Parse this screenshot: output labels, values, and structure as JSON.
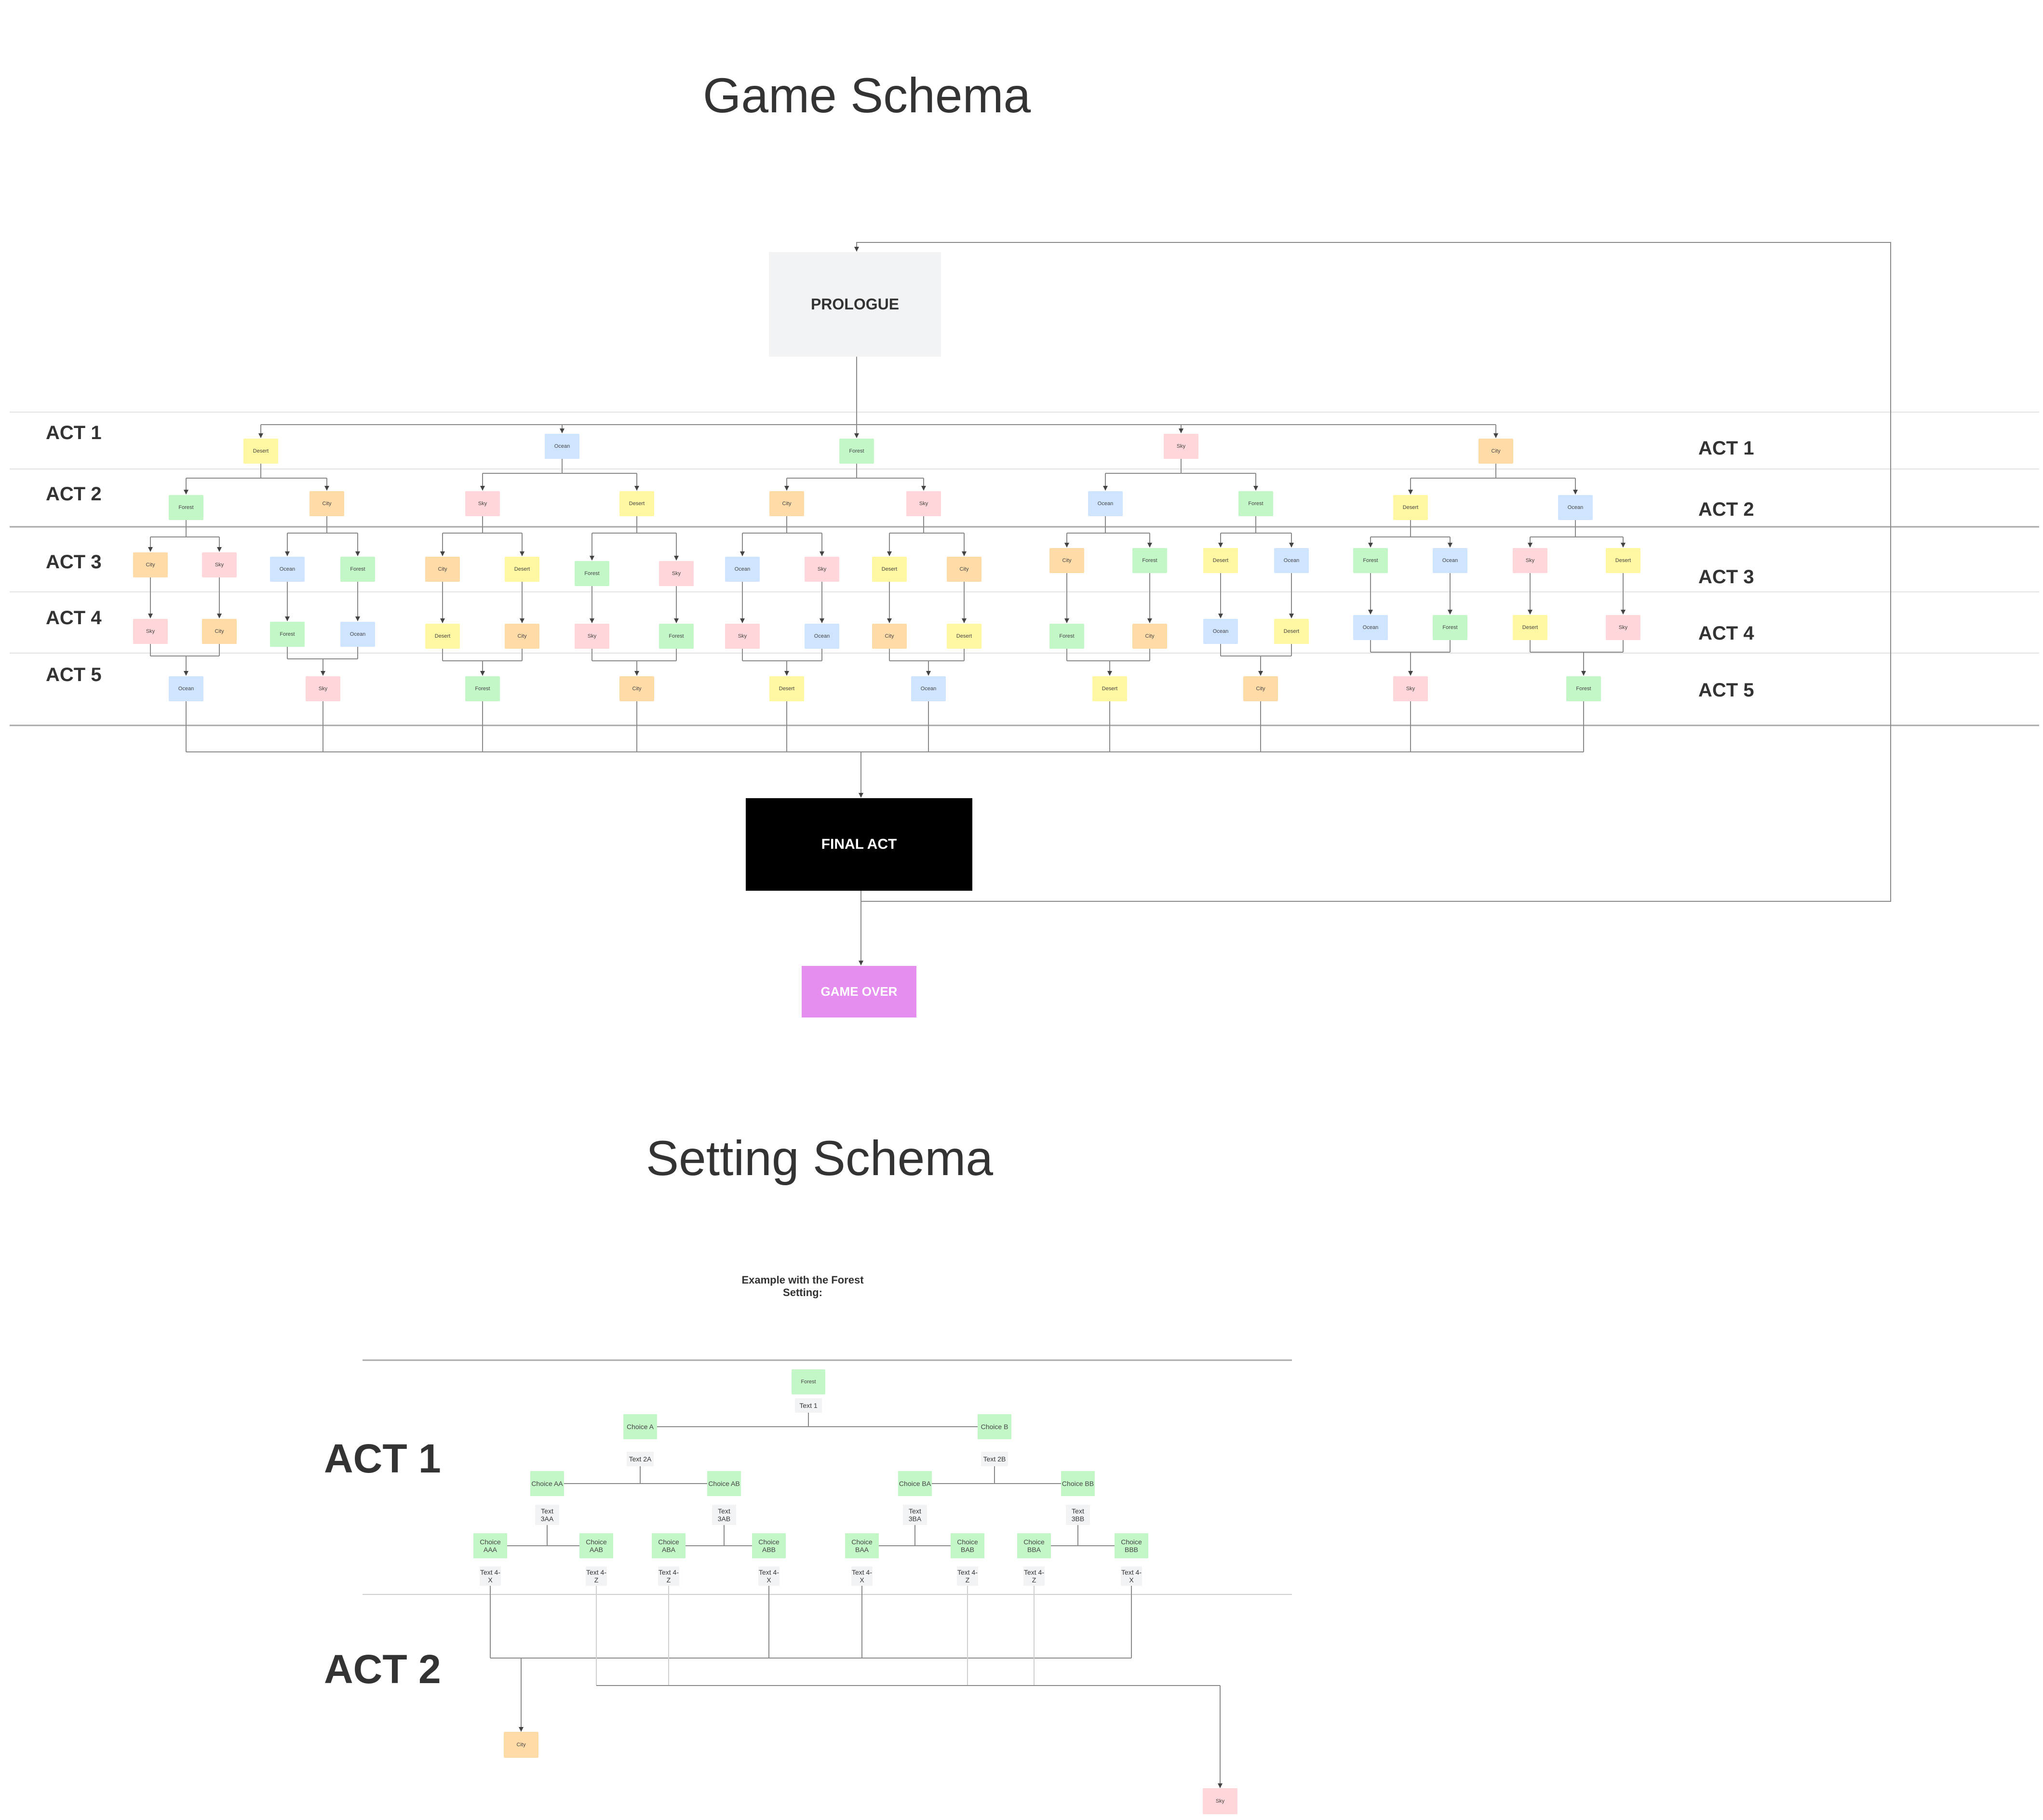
{
  "titles": {
    "game_schema": "Game Schema",
    "setting_schema": "Setting Schema"
  },
  "acts": [
    "ACT 1",
    "ACT 2",
    "ACT 3",
    "ACT 4",
    "ACT 5"
  ],
  "boxes": {
    "prologue": "PROLOGUE",
    "final_act": "FINAL ACT",
    "game_over": "GAME OVER"
  },
  "setting_colors": {
    "Desert": "#fff7a1",
    "Ocean": "#cfe4ff",
    "Forest": "#c3f7c8",
    "Sky": "#ffd6d9",
    "City": "#ffdba8"
  },
  "game_tree": {
    "act1": [
      "Desert",
      "Ocean",
      "Forest",
      "Sky",
      "City"
    ],
    "act2": [
      "Forest",
      "City",
      "Sky",
      "Desert",
      "City",
      "Sky",
      "Ocean",
      "Forest",
      "Desert",
      "Ocean"
    ],
    "act3": [
      "City",
      "Sky",
      "Ocean",
      "Forest",
      "City",
      "Desert",
      "Forest",
      "Sky",
      "Ocean",
      "Sky",
      "Desert",
      "City",
      "City",
      "Forest",
      "Desert",
      "Ocean",
      "Forest",
      "Ocean",
      "Sky",
      "Desert"
    ],
    "act4": [
      "Sky",
      "City",
      "Forest",
      "Ocean",
      "Desert",
      "City",
      "Sky",
      "Forest",
      "Sky",
      "Ocean",
      "City",
      "Desert",
      "Forest",
      "City",
      "Ocean",
      "Desert",
      "Ocean",
      "Forest",
      "Desert",
      "Sky"
    ],
    "act5": [
      "Ocean",
      "Sky",
      "Forest",
      "City",
      "Desert",
      "Ocean",
      "Desert",
      "City",
      "Sky",
      "Forest"
    ]
  },
  "setting_schema": {
    "example_label": "Example with the Forest Setting:",
    "acts": [
      "ACT 1",
      "ACT 2"
    ],
    "root": "Forest",
    "root_text": "Text 1",
    "level1": [
      {
        "choice": "Choice A",
        "text": "Text 2A"
      },
      {
        "choice": "Choice B",
        "text": "Text 2B"
      }
    ],
    "level2": [
      {
        "choice": "Choice AA",
        "text": "Text 3AA"
      },
      {
        "choice": "Choice AB",
        "text": "Text 3AB"
      },
      {
        "choice": "Choice BA",
        "text": "Text 3BA"
      },
      {
        "choice": "Choice BB",
        "text": "Text 3BB"
      }
    ],
    "level3": [
      {
        "choice": "Choice AAA",
        "text": "Text 4-X"
      },
      {
        "choice": "Choice AAB",
        "text": "Text 4-Z"
      },
      {
        "choice": "Choice ABA",
        "text": "Text 4-Z"
      },
      {
        "choice": "Choice ABB",
        "text": "Text 4-X"
      },
      {
        "choice": "Choice BAA",
        "text": "Text 4-X"
      },
      {
        "choice": "Choice BAB",
        "text": "Text 4-Z"
      },
      {
        "choice": "Choice BBA",
        "text": "Text 4-Z"
      },
      {
        "choice": "Choice BBB",
        "text": "Text 4-X"
      }
    ],
    "outcomes": [
      "City",
      "Sky"
    ]
  }
}
